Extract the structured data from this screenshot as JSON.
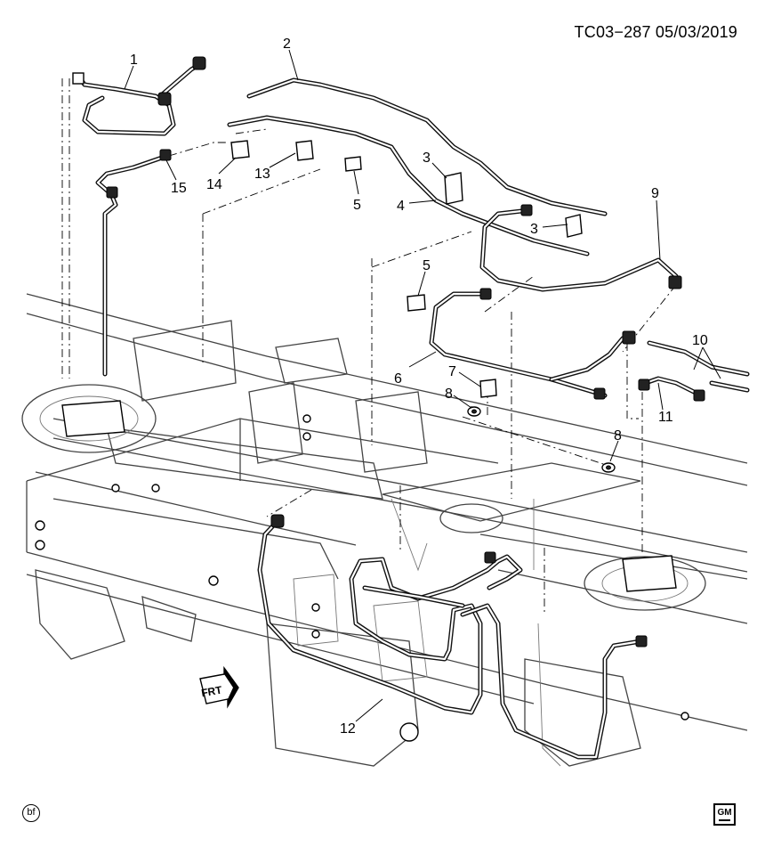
{
  "header": {
    "code": "TC03−287  05/03/2019"
  },
  "callouts": [
    {
      "id": "c1",
      "label": "1"
    },
    {
      "id": "c2",
      "label": "2"
    },
    {
      "id": "c3a",
      "label": "3"
    },
    {
      "id": "c3b",
      "label": "3"
    },
    {
      "id": "c4",
      "label": "4"
    },
    {
      "id": "c5a",
      "label": "5"
    },
    {
      "id": "c5b",
      "label": "5"
    },
    {
      "id": "c6",
      "label": "6"
    },
    {
      "id": "c7",
      "label": "7"
    },
    {
      "id": "c8a",
      "label": "8"
    },
    {
      "id": "c8b",
      "label": "8"
    },
    {
      "id": "c9",
      "label": "9"
    },
    {
      "id": "c10",
      "label": "10"
    },
    {
      "id": "c11",
      "label": "11"
    },
    {
      "id": "c12",
      "label": "12"
    },
    {
      "id": "c13",
      "label": "13"
    },
    {
      "id": "c14",
      "label": "14"
    },
    {
      "id": "c15",
      "label": "15"
    }
  ],
  "front_arrow": {
    "label": "FRT"
  },
  "footer": {
    "bf_mark": "bf",
    "logo": {
      "icon": "gm-logo-icon",
      "text": "GM"
    }
  }
}
